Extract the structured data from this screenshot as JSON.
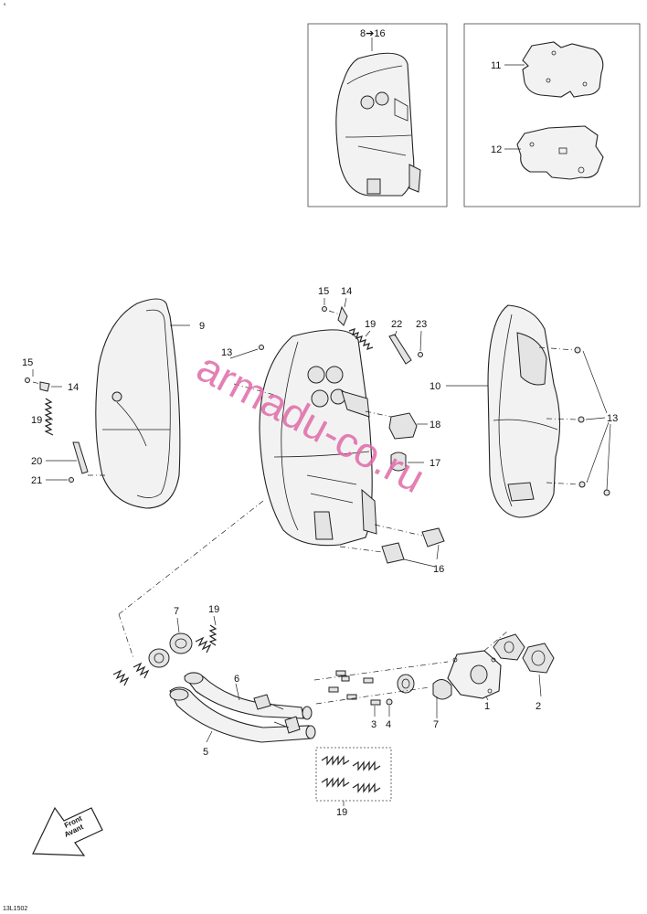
{
  "diagram_code": "13L1502",
  "watermark": "armadu-co.ru",
  "corner_mark": "'",
  "direction_label": {
    "line1": "Front",
    "line2": "Avant"
  },
  "callouts": {
    "c8_16": "8➔16",
    "c11": "11",
    "c12": "12",
    "c15a": "15",
    "c14a": "14",
    "c19a": "19",
    "c22": "22",
    "c23": "23",
    "c9": "9",
    "c13a": "13",
    "c10": "10",
    "c15b": "15",
    "c14b": "14",
    "c19b": "19",
    "c20": "20",
    "c21": "21",
    "c18": "18",
    "c17": "17",
    "c13b": "13",
    "c16": "16",
    "c7a": "7",
    "c19c": "19",
    "c6": "6",
    "c5": "5",
    "c3": "3",
    "c4": "4",
    "c7b": "7",
    "c1": "1",
    "c2": "2",
    "c19d": "19"
  }
}
